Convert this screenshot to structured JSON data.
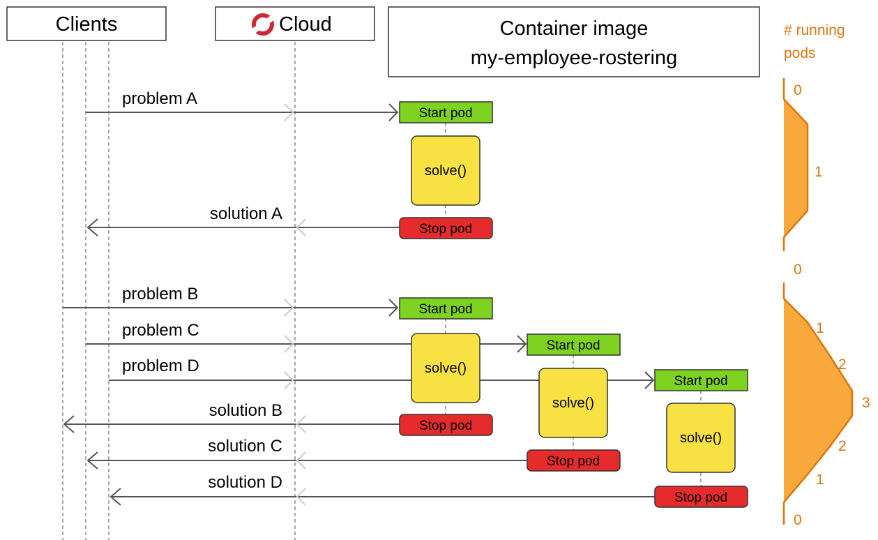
{
  "headers": {
    "clients": "Clients",
    "cloud": "Cloud",
    "container_line1": "Container image",
    "container_line2": "my-employee-rostering"
  },
  "running_pods": {
    "title_line1": "# running",
    "title_line2": "pods",
    "values": [
      "0",
      "1",
      "0",
      "1",
      "2",
      "3",
      "2",
      "1",
      "0"
    ]
  },
  "messages": {
    "problem_a": "problem A",
    "solution_a": "solution A",
    "problem_b": "problem B",
    "problem_c": "problem C",
    "problem_d": "problem D",
    "solution_b": "solution B",
    "solution_c": "solution C",
    "solution_d": "solution D"
  },
  "pods": {
    "start": "Start pod",
    "stop": "Stop pod",
    "solve": "solve()"
  },
  "colors": {
    "start_pod": "#7ed321",
    "stop_pod": "#e52b2b",
    "solve_box": "#f8e142",
    "running_area": "#f9a83b",
    "running_text": "#d9770f",
    "cloud_logo": "#cc2a36"
  }
}
